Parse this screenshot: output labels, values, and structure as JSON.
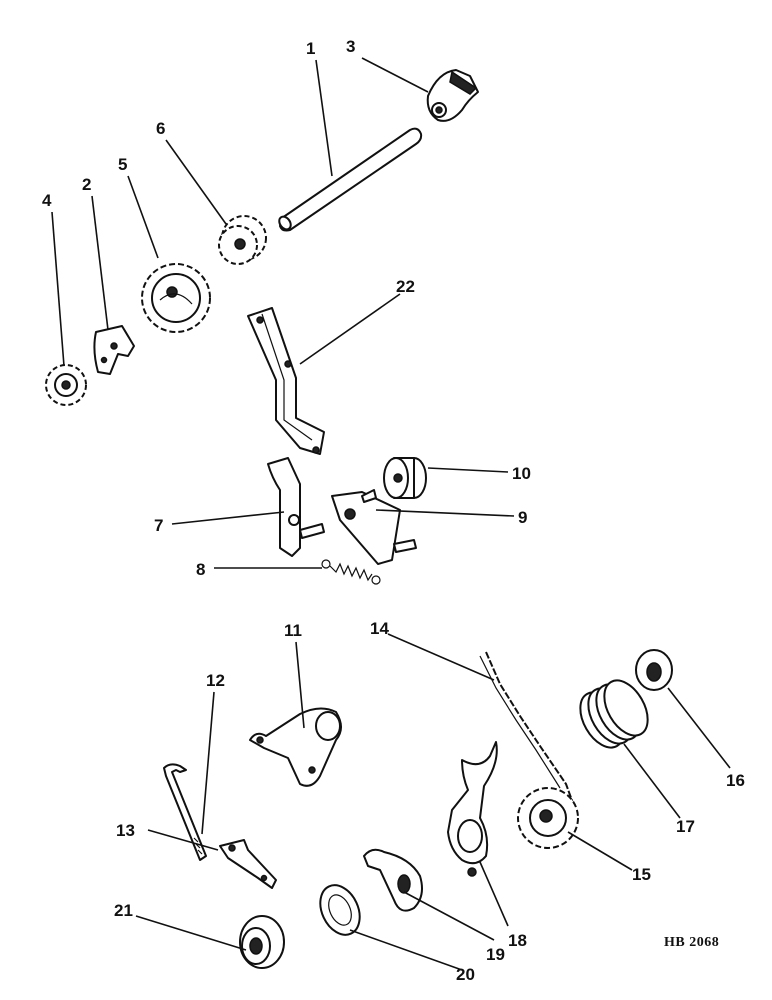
{
  "labels": [
    "1",
    "2",
    "3",
    "4",
    "5",
    "6",
    "7",
    "8",
    "9",
    "10",
    "11",
    "12",
    "13",
    "14",
    "15",
    "16",
    "17",
    "18",
    "19",
    "20",
    "21",
    "22"
  ],
  "reference": "HB 2068"
}
